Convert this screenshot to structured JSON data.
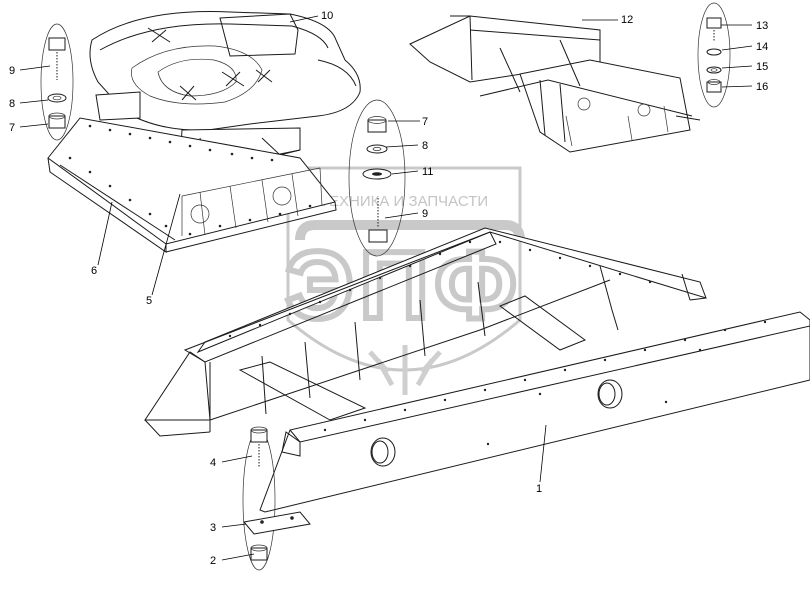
{
  "watermark": {
    "brand_text": "ТЕХНИКА И ЗАПЧАСТИ",
    "logo_letters": "ЭПФ"
  },
  "callouts": [
    {
      "id": "1",
      "label": "1"
    },
    {
      "id": "2",
      "label": "2"
    },
    {
      "id": "3",
      "label": "3"
    },
    {
      "id": "4",
      "label": "4"
    },
    {
      "id": "5",
      "label": "5"
    },
    {
      "id": "6",
      "label": "6"
    },
    {
      "id": "7a",
      "label": "7"
    },
    {
      "id": "7b",
      "label": "7"
    },
    {
      "id": "8a",
      "label": "8"
    },
    {
      "id": "8b",
      "label": "8"
    },
    {
      "id": "9a",
      "label": "9"
    },
    {
      "id": "9b",
      "label": "9"
    },
    {
      "id": "10",
      "label": "10"
    },
    {
      "id": "11",
      "label": "11"
    },
    {
      "id": "12",
      "label": "12"
    },
    {
      "id": "13",
      "label": "13"
    },
    {
      "id": "14",
      "label": "14"
    },
    {
      "id": "15",
      "label": "15"
    },
    {
      "id": "16",
      "label": "16"
    }
  ]
}
